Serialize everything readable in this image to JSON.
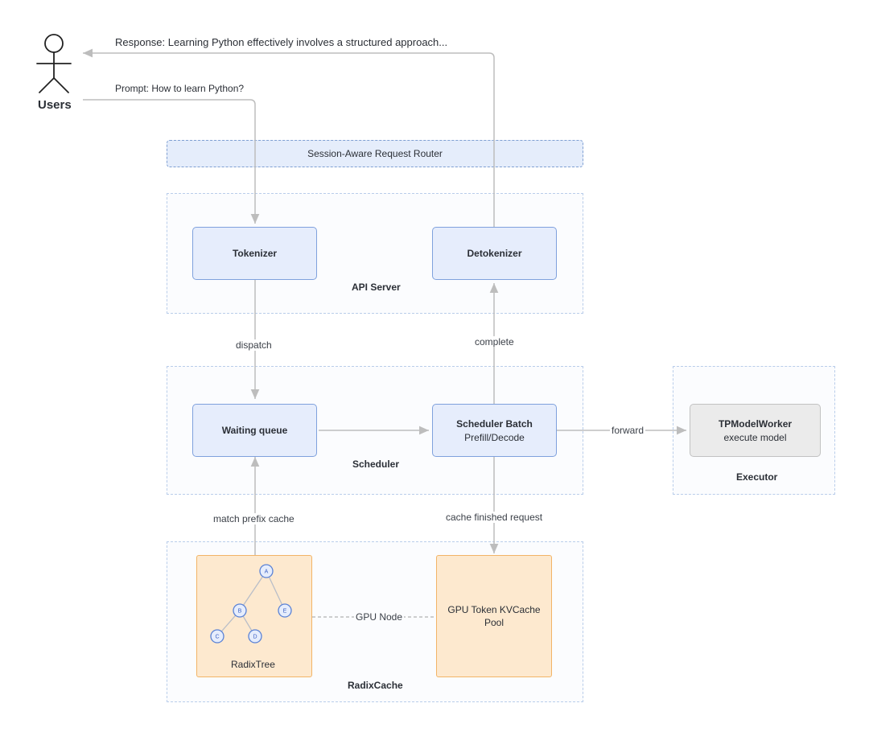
{
  "users": {
    "label": "Users",
    "response": "Response: Learning Python effectively involves a structured approach...",
    "prompt": "Prompt: How to learn Python?"
  },
  "router": {
    "label": "Session-Aware Request Router"
  },
  "api_server": {
    "label": "API Server",
    "tokenizer": "Tokenizer",
    "detokenizer": "Detokenizer"
  },
  "edges": {
    "dispatch": "dispatch",
    "complete": "complete",
    "forward": "forward",
    "match_prefix_cache": "match prefix cache",
    "cache_finished_request": "cache finished request",
    "gpu_node": "GPU Node"
  },
  "scheduler": {
    "label": "Scheduler",
    "waiting_queue": "Waiting queue",
    "batch_title": "Scheduler Batch",
    "batch_sub": "Prefill/Decode"
  },
  "executor": {
    "label": "Executor",
    "worker_title": "TPModelWorker",
    "worker_sub": "execute model"
  },
  "radix_cache": {
    "label": "RadixCache",
    "radix_tree_label": "RadixTree",
    "kv_pool_label": "GPU Token KVCache Pool",
    "tree_nodes": [
      "A",
      "B",
      "E",
      "C",
      "D"
    ]
  },
  "colors": {
    "blue_fill": "#e6edfc",
    "blue_border": "#7fa1dd",
    "orange_fill": "#fde9cf",
    "orange_border": "#f2b467",
    "gray_fill": "#ebebeb",
    "arrow": "#bdbdbd"
  },
  "icons": {
    "user": "stick-figure-user-icon"
  }
}
